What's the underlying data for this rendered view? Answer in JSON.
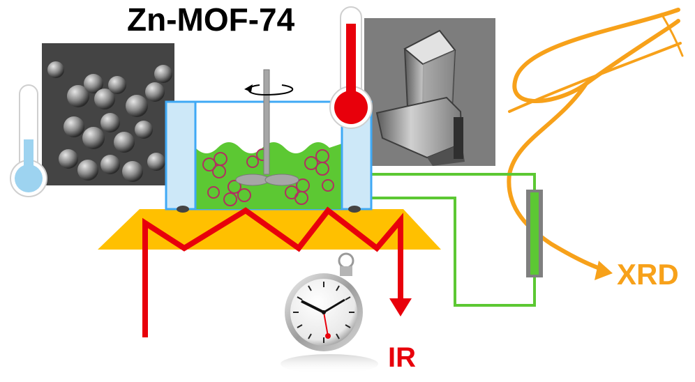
{
  "title": "Zn-MOF-74",
  "labels": {
    "ir": "IR",
    "xrd": "XRD"
  },
  "colors": {
    "red": "#e8000b",
    "orange": "#f7a11a",
    "green": "#5cc833",
    "heater": "#ffc000",
    "vessel_outline": "#3fa9f5",
    "vessel_fill": "#cde8f8",
    "cold_fill": "#9dd3f0",
    "stirrer": "#a6a6a6",
    "crystal_dots": "#b03060"
  },
  "icons": {
    "cold_thermometer": "thermometer-cold-icon",
    "hot_thermometer": "thermometer-hot-icon",
    "stopwatch": "stopwatch-icon",
    "rotation": "rotation-arrow-icon"
  },
  "images": {
    "left_sem": "sem-spheres-image",
    "right_sem": "sem-rod-crystals-image"
  }
}
